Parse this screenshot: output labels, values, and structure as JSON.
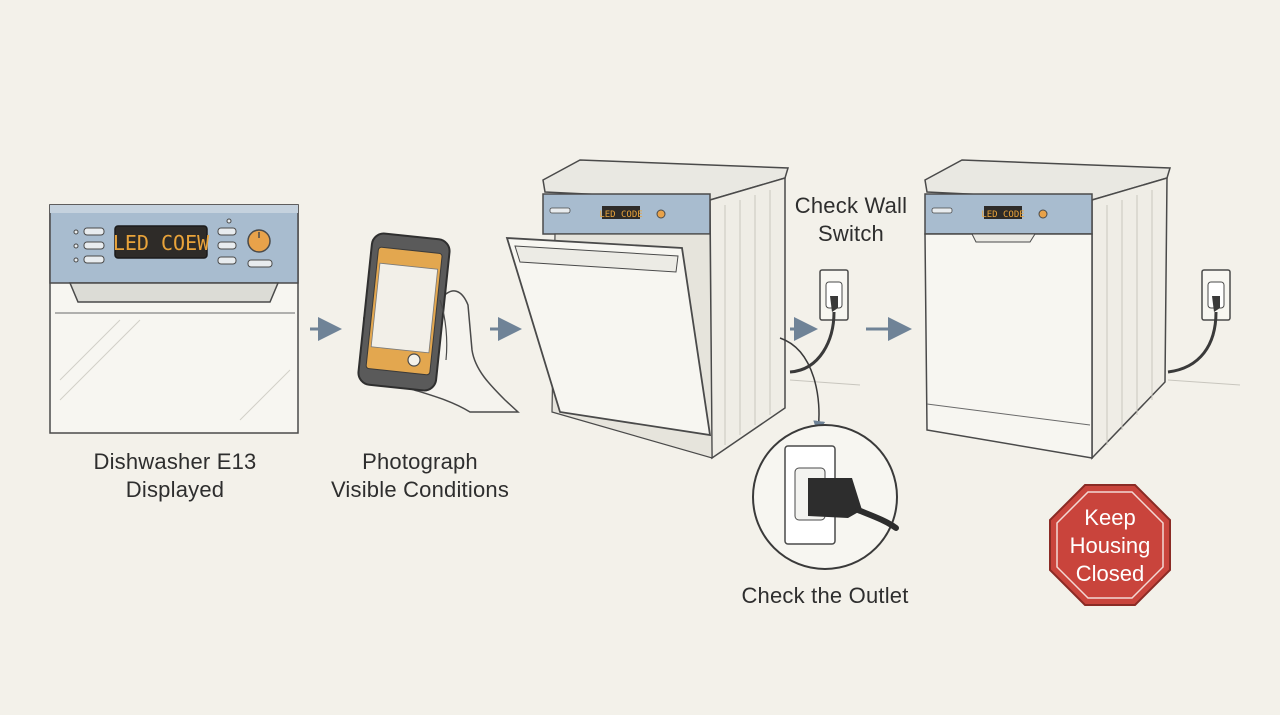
{
  "steps": [
    {
      "lines": [
        "Dishwasher E13",
        "Displayed"
      ]
    },
    {
      "lines": [
        "Photograph",
        "Visible Conditions"
      ]
    },
    {
      "lines": [
        "Check Wall",
        "Switch"
      ]
    },
    {
      "lines": [
        "Check the Outlet"
      ]
    }
  ],
  "panel_display": "LED COEW",
  "panel_display_small": "LED CODE",
  "stop_sign": {
    "lines": [
      "Keep",
      "Housing",
      "Closed"
    ],
    "color": "#c9443c"
  },
  "colors": {
    "background": "#f3f1ea",
    "panel": "#a8bccf",
    "arrow": "#6f8397",
    "phone_screen": "#e3a74f",
    "led": "#e9a33a",
    "ink": "#3a3a3a"
  },
  "icons": [
    "arrow-right-icon",
    "smartphone-icon",
    "hand-icon",
    "wall-outlet-icon",
    "power-plug-icon",
    "stop-sign-icon"
  ]
}
